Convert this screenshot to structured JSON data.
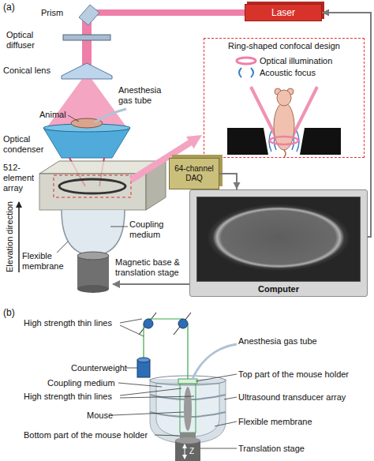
{
  "diagram": {
    "nodes": [
      {
        "text": [
          "Laser"
        ]
      },
      {
        "text": [
          "Ring-shaped confocal design",
          "Optical illumination",
          "Acoustic focus"
        ]
      },
      {
        "text": [
          "64-channel DAQ"
        ]
      },
      {
        "text": [
          "Computer"
        ]
      }
    ],
    "edges": [
      {
        "from": 2,
        "to": 3,
        "arrow": "to"
      },
      {
        "from": 3,
        "to": 0,
        "arrow": "to"
      }
    ],
    "labels": [
      "(a)",
      "Prism",
      "Optical diffuser",
      "Conical lens",
      "Anesthesia gas tube",
      "Animal",
      "Optical condenser",
      "512-element array",
      "Elevation direction",
      "Flexible membrane",
      "Coupling medium",
      "Magnetic base & translation stage",
      "(b)",
      "High strength thin lines",
      "Anesthesia gas tube",
      "Counterweight",
      "Top part of the mouse holder",
      "Coupling medium",
      "Ultrasound transducer array",
      "High strength thin lines",
      "Mouse",
      "Flexible membrane",
      "Bottom part of the mouse holder",
      "Translation stage",
      "Z"
    ]
  }
}
